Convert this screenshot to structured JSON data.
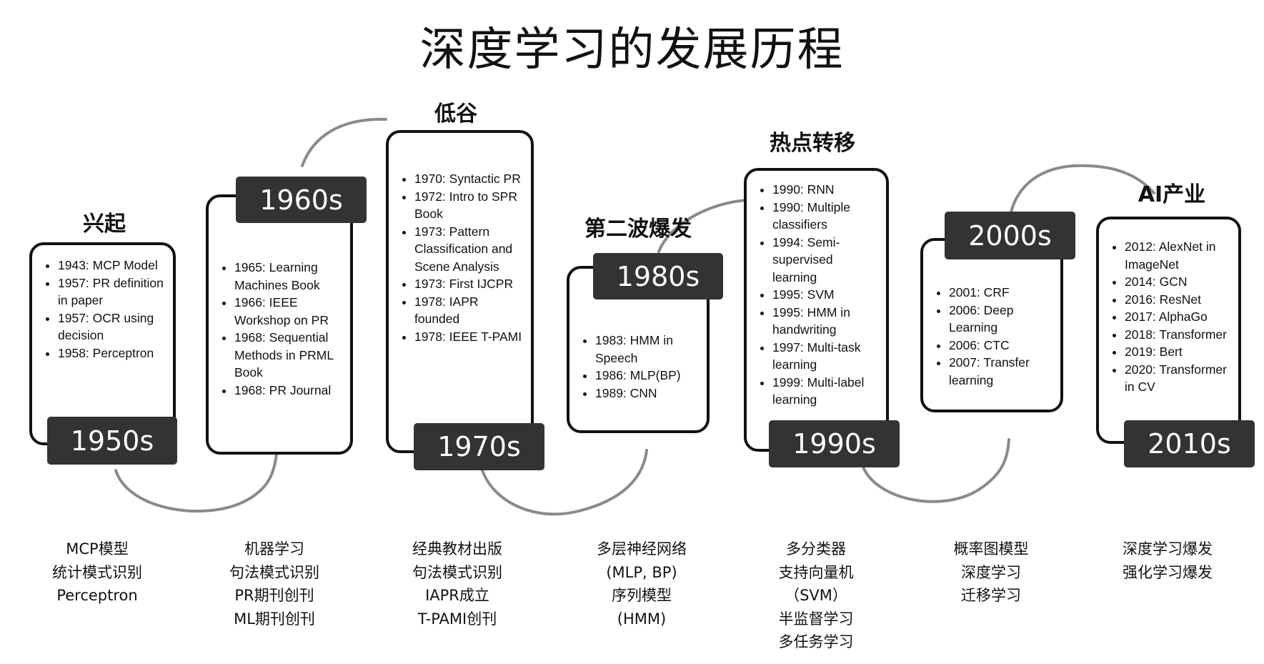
{
  "title": "深度学习的发展历程",
  "phases": [
    "兴起",
    "低谷",
    "第二波爆发",
    "热点转移",
    "AI产业"
  ],
  "eras": [
    {
      "label": "1950s",
      "items": [
        "1943: MCP Model",
        "1957: PR definition in paper",
        "1957: OCR using decision",
        "1958: Perceptron"
      ],
      "summary": [
        "MCP模型",
        "统计模式识别",
        "Perceptron"
      ]
    },
    {
      "label": "1960s",
      "items": [
        "1965: Learning Machines Book",
        "1966: IEEE Workshop on PR",
        "1968: Sequential Methods in PRML Book",
        "1968: PR Journal"
      ],
      "summary": [
        "机器学习",
        "句法模式识别",
        "PR期刊创刊",
        "ML期刊创刊"
      ]
    },
    {
      "label": "1970s",
      "items": [
        "1970: Syntactic PR",
        "1972: Intro to SPR Book",
        "1973: Pattern Classification and Scene Analysis",
        "1973: First IJCPR",
        "1978: IAPR founded",
        "1978: IEEE T-PAMI"
      ],
      "summary": [
        "经典教材出版",
        "句法模式识别",
        "IAPR成立",
        "T-PAMI创刊"
      ]
    },
    {
      "label": "1980s",
      "items": [
        "1983: HMM in Speech",
        "1986: MLP(BP)",
        "1989: CNN"
      ],
      "summary": [
        "多层神经网络",
        "(MLP, BP)",
        "序列模型",
        "(HMM)"
      ]
    },
    {
      "label": "1990s",
      "items": [
        "1990: RNN",
        "1990: Multiple classifiers",
        "1994: Semi-supervised learning",
        "1995: SVM",
        "1995: HMM in handwriting",
        "1997: Multi-task learning",
        "1999: Multi-label learning"
      ],
      "summary": [
        "多分类器",
        "支持向量机",
        "（SVM）",
        "半监督学习",
        "多任务学习"
      ]
    },
    {
      "label": "2000s",
      "items": [
        "2001: CRF",
        "2006: Deep Learning",
        "2006: CTC",
        "2007: Transfer learning"
      ],
      "summary": [
        "概率图模型",
        "深度学习",
        "迁移学习"
      ]
    },
    {
      "label": "2010s",
      "items": [
        "2012: AlexNet in ImageNet",
        "2014: GCN",
        "2016: ResNet",
        "2017: AlphaGo",
        "2018: Transformer",
        "2019: Bert",
        "2020: Transformer in CV"
      ],
      "summary": [
        "深度学习爆发",
        "强化学习爆发"
      ]
    }
  ]
}
